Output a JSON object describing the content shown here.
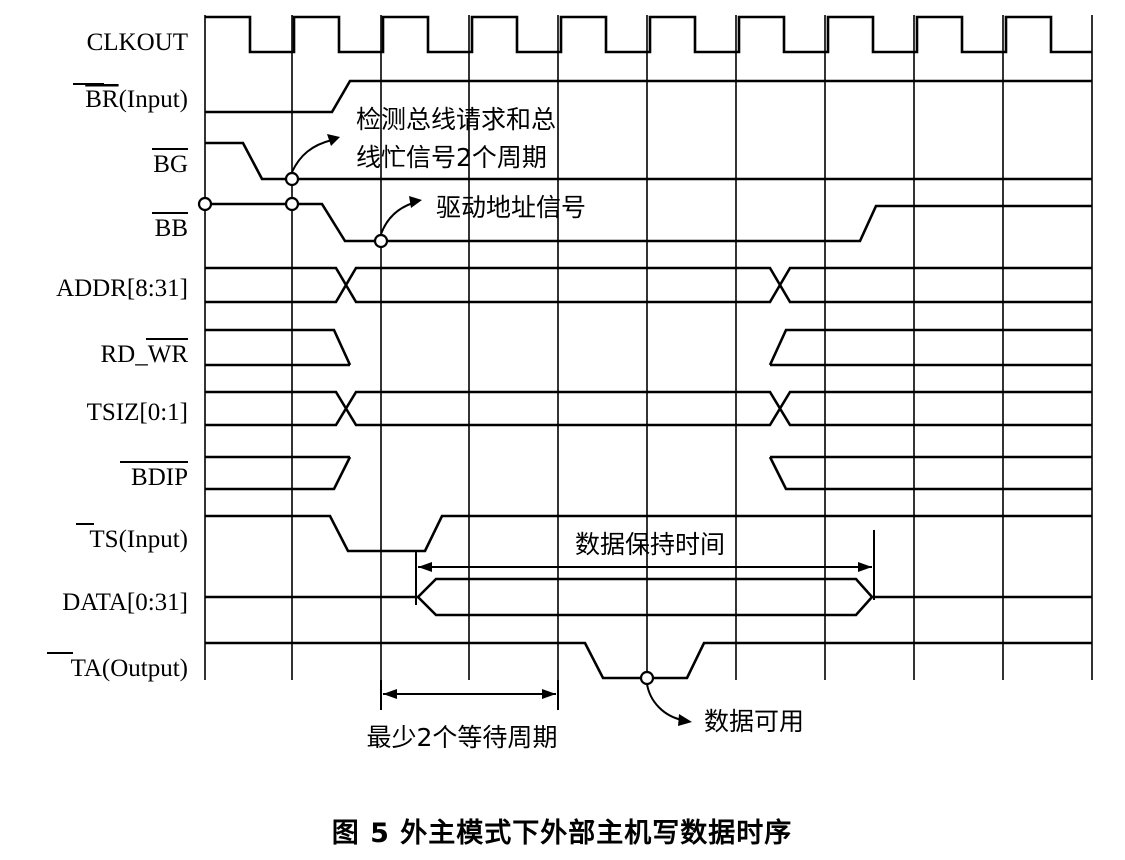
{
  "signals": [
    {
      "name": "CLKOUT",
      "overline": "",
      "suffix": ""
    },
    {
      "name": "BR(Input)",
      "overline": "BR",
      "suffix": "(Input)"
    },
    {
      "name": "BG",
      "overline": "BG",
      "suffix": ""
    },
    {
      "name": "BB",
      "overline": "BB",
      "suffix": ""
    },
    {
      "name": "ADDR[8:31]",
      "overline": "",
      "suffix": ""
    },
    {
      "name": "RD_WR",
      "overline": "WR",
      "prefix": "RD_",
      "suffix": ""
    },
    {
      "name": "TSIZ[0:1]",
      "overline": "",
      "suffix": ""
    },
    {
      "name": "BDIP",
      "overline": "BDIP",
      "suffix": ""
    },
    {
      "name": "TS(Input)",
      "overline": "TS",
      "suffix": "(Input)"
    },
    {
      "name": "DATA[0:31]",
      "overline": "",
      "suffix": ""
    },
    {
      "name": "TA(Output)",
      "overline": "TA",
      "suffix": "(Output)"
    }
  ],
  "annotations": {
    "detect_line1": "检测总线请求和总",
    "detect_line2": "线忙信号2个周期",
    "drive_address": "驱动地址信号",
    "data_hold": "数据保持时间",
    "min_wait": "最少2个等待周期",
    "data_valid": "数据可用"
  },
  "caption": "图 5    外主模式下外部主机写数据时序"
}
